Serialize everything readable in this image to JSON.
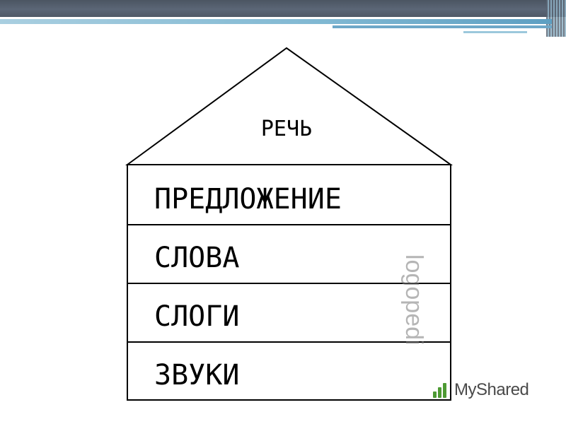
{
  "diagram": {
    "roof_label": "РЕЧЬ",
    "floors": [
      {
        "label": "ПРЕДЛОЖЕНИЕ"
      },
      {
        "label": "СЛОВА"
      },
      {
        "label": "СЛОГИ"
      },
      {
        "label": "ЗВУКИ"
      }
    ]
  },
  "watermark": {
    "vertical_text": "logopedi",
    "brand_text": "MyShared"
  },
  "colors": {
    "header_dark": "#4b5562",
    "header_accent": "#7fb7d2",
    "line": "#000000",
    "brand_green": "#4d9a33"
  }
}
